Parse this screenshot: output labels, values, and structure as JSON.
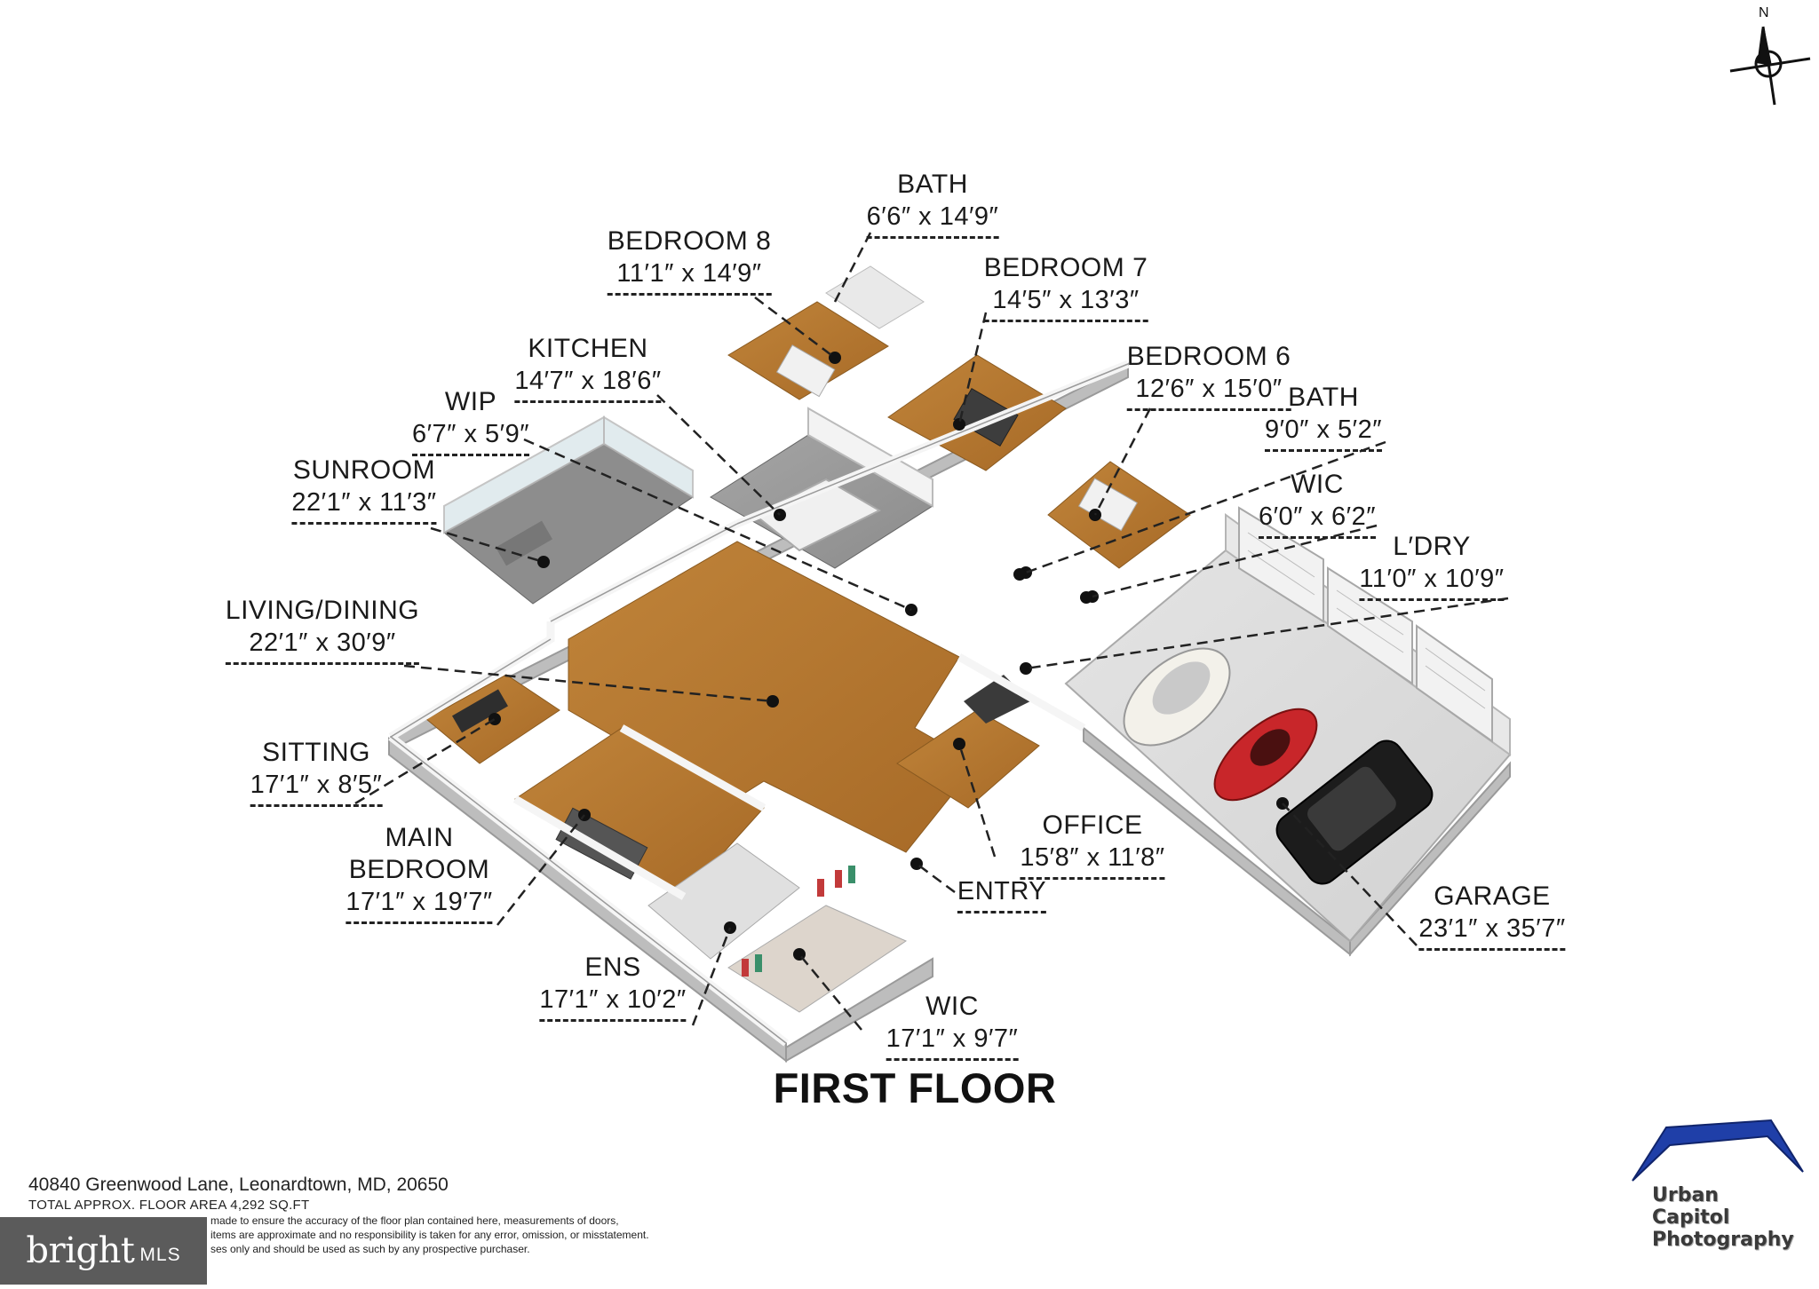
{
  "title": "FIRST FLOOR",
  "address": "40840 Greenwood Lane, Leonardtown, MD, 20650",
  "total_area": "TOTAL APPROX. FLOOR AREA 4,292 SQ.FT",
  "disclaimer": [
    "made to ensure the accuracy of the floor plan contained here, measurements of doors,",
    "items are approximate and no responsibility is taken for any error, omission, or misstatement.",
    "ses only and should be used as such by any prospective purchaser."
  ],
  "compass": {
    "north": "N"
  },
  "logos": {
    "mls_primary": "bright",
    "mls_secondary": "MLS",
    "brand_lines": [
      "Urban",
      "Capitol",
      "Photography"
    ],
    "brand_color": "#1f3fa8"
  },
  "rooms": [
    {
      "id": "bath-top",
      "name": "BATH",
      "dims": "6′6″ x 14′9″"
    },
    {
      "id": "bedroom-8",
      "name": "BEDROOM 8",
      "dims": "11′1″ x 14′9″"
    },
    {
      "id": "bedroom-7",
      "name": "BEDROOM 7",
      "dims": "14′5″ x 13′3″"
    },
    {
      "id": "kitchen",
      "name": "KITCHEN",
      "dims": "14′7″ x 18′6″"
    },
    {
      "id": "bedroom-6",
      "name": "BEDROOM 6",
      "dims": "12′6″ x 15′0″"
    },
    {
      "id": "bath-right",
      "name": "BATH",
      "dims": "9′0″ x 5′2″"
    },
    {
      "id": "wip",
      "name": "WIP",
      "dims": "6′7″ x 5′9″"
    },
    {
      "id": "sunroom",
      "name": "SUNROOM",
      "dims": "22′1″ x 11′3″"
    },
    {
      "id": "wic-right",
      "name": "WIC",
      "dims": "6′0″ x 6′2″"
    },
    {
      "id": "laundry",
      "name": "L′DRY",
      "dims": "11′0″ x 10′9″"
    },
    {
      "id": "living-dining",
      "name": "LIVING/DINING",
      "dims": "22′1″ x 30′9″"
    },
    {
      "id": "sitting",
      "name": "SITTING",
      "dims": "17′1″ x 8′5″"
    },
    {
      "id": "main-bedroom",
      "name_lines": [
        "MAIN",
        "BEDROOM"
      ],
      "dims": "17′1″ x 19′7″"
    },
    {
      "id": "office",
      "name": "OFFICE",
      "dims": "15′8″ x 11′8″"
    },
    {
      "id": "entry",
      "name": "ENTRY"
    },
    {
      "id": "garage",
      "name": "GARAGE",
      "dims": "23′1″ x 35′7″"
    },
    {
      "id": "ens",
      "name": "ENS",
      "dims": "17′1″ x 10′2″"
    },
    {
      "id": "wic-bottom",
      "name": "WIC",
      "dims": "17′1″ x 9′7″"
    }
  ],
  "colors": {
    "floor_wood": "#b8782f",
    "floor_tile": "#9a9a9a",
    "wall": "#e6e6e6",
    "wall_side": "#bdbdbd",
    "garage_floor": "#dcdcdc"
  }
}
